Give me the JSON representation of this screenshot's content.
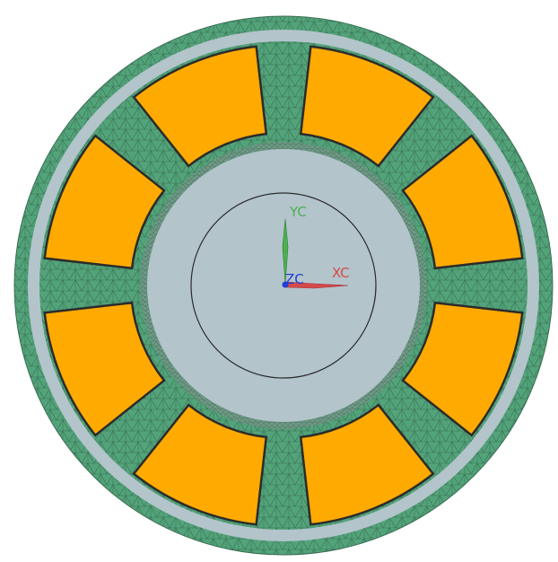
{
  "viewport": {
    "title": "",
    "background": "#ffffff"
  },
  "model": {
    "slot_count": 8,
    "coil_count": 8,
    "colors": {
      "mesh_fill": "#52a37a",
      "mesh_line": "#3a6e52",
      "gap_fill": "#b3c4cb",
      "coil_fill": "#ffaa00",
      "coil_outline": "#2b2b2b",
      "inner_circle": "#2b2b2b"
    }
  },
  "axes": {
    "x_label": "XC",
    "y_label": "YC",
    "z_label": "ZC",
    "x_color": "#d44a4a",
    "y_color": "#4caf50",
    "z_color": "#1f3fd6"
  }
}
